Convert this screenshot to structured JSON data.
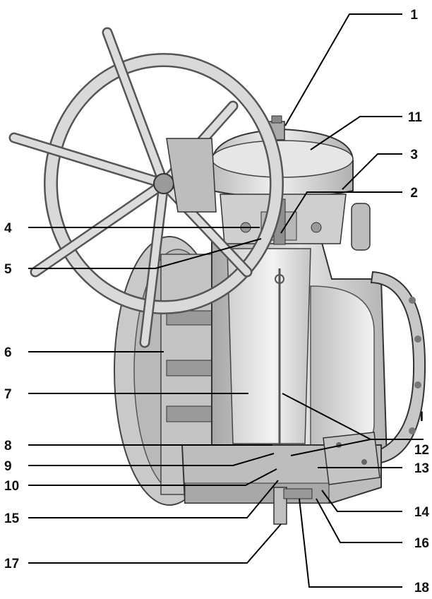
{
  "figure": {
    "subject": "cutaway plug valve with handwheel gear operator",
    "colors": {
      "body": "#d6d6d6",
      "body_shadow": "#9e9e9e",
      "cut_face": "#c8c8c8",
      "bore": "#eeeeee",
      "handwheel": "#cfcfcf",
      "outline": "#333333",
      "leader": "#000000"
    }
  },
  "callouts": {
    "c1": "1",
    "c2": "2",
    "c3": "3",
    "c4": "4",
    "c5": "5",
    "c6": "6",
    "c7": "7",
    "c8": "8",
    "c9": "9",
    "c10": "10",
    "c11": "11",
    "c12": "12",
    "c13": "13",
    "c14": "14",
    "c15": "15",
    "c16": "16",
    "c17": "17",
    "c18": "18",
    "cI": "I"
  }
}
